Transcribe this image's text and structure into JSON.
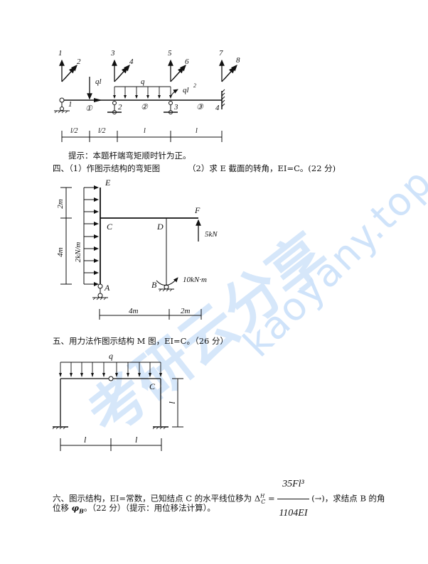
{
  "problem3": {
    "diagram": {
      "dof_labels": [
        "1",
        "2",
        "3",
        "4",
        "5",
        "6",
        "7",
        "8"
      ],
      "node_labels": [
        "1",
        "2",
        "3",
        "4"
      ],
      "element_labels": [
        "①",
        "②",
        "③"
      ],
      "load_point": "ql",
      "load_distributed": "q",
      "load_moment": "ql",
      "load_moment_exp": "2",
      "dims": [
        "l/2",
        "l/2",
        "l",
        "l"
      ]
    },
    "hint": "提示：本题杆端弯矩顺时针为正。"
  },
  "problem4": {
    "title_part1": "四、（1）作图示结构的弯矩图",
    "title_part2": "（2）求 E 截面的转角，EI=C。(22 分)",
    "diagram": {
      "points": [
        "E",
        "C",
        "D",
        "F",
        "A",
        "B"
      ],
      "dist_load": "2kN/m",
      "force": "5kN",
      "moment": "10kN·m",
      "vdims": [
        "2m",
        "4m"
      ],
      "hdims": [
        "4m",
        "2m"
      ]
    }
  },
  "problem5": {
    "title": "五、用力法作图示结构 M 图，EI=C。（26 分）",
    "diagram": {
      "load": "q",
      "point": "C",
      "height": "l",
      "spans": [
        "l",
        "l"
      ]
    }
  },
  "problem6": {
    "line1_pre": "六、图示结构，EI=常数，已知结点 C 的水平线位移为 Δ",
    "delta_sup": "H",
    "delta_sub": "C",
    "eq": "=",
    "frac_num": "35Fl³",
    "frac_den": "1104EI",
    "line1_post": "(→)，求结点 B 的角",
    "line2_pre": "位移",
    "phi": "φ",
    "phi_sub": "B",
    "line2_post": "。（22 分）（提示：用位移法计算）。"
  },
  "watermark": {
    "chars": "考研云分享",
    "url": "kaoyany.top",
    "color": "#cfe3fa"
  }
}
